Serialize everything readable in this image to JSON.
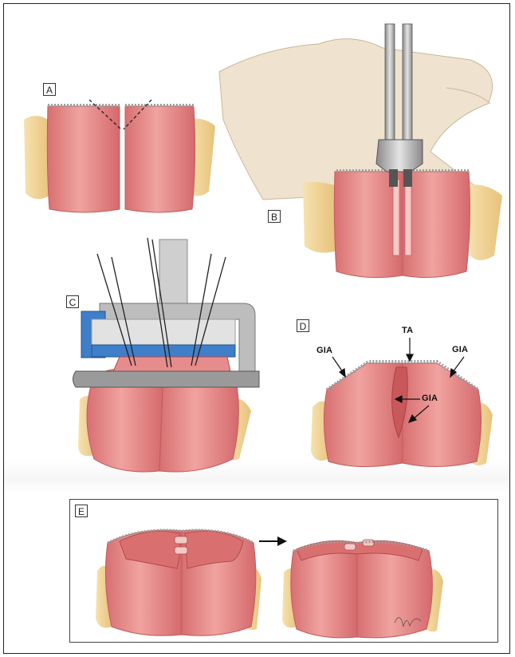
{
  "panels": {
    "a": {
      "label": "A"
    },
    "b": {
      "label": "B"
    },
    "c": {
      "label": "C"
    },
    "d": {
      "label": "D",
      "annotations": {
        "ta": "TA",
        "gia_left": "GIA",
        "gia_right": "GIA",
        "gia_center": "GIA"
      }
    },
    "e": {
      "label": "E"
    }
  },
  "colors": {
    "tissue": "#e88f8f",
    "tissue_dark": "#c9585a",
    "tissue_edge": "#b34a4d",
    "fat": "#f3d79b",
    "stapler_gray": "#9a9a9a",
    "stapler_blue": "#3f7fc9",
    "glove": "#efe3cf"
  }
}
